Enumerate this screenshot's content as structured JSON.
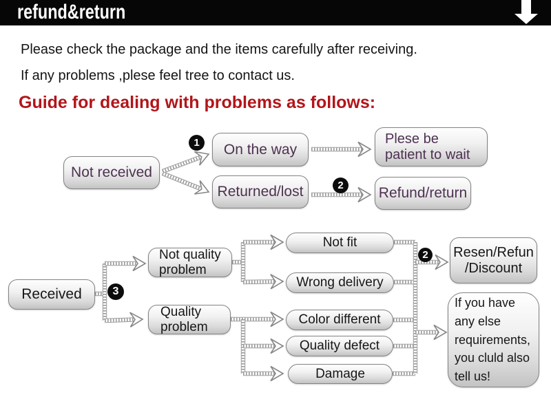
{
  "banner": {
    "title": "refund&return"
  },
  "intro": {
    "line1": "Please check the package and the items carefully after receiving.",
    "line2": "If any problems ,plese feel tree to contact us."
  },
  "heading": {
    "text": "Guide for dealing with problems as follows:"
  },
  "flow1": {
    "not_received": "Not received",
    "badge1": "1",
    "on_the_way": "On the way",
    "returned_lost": "Returned/lost",
    "patient": [
      "Plese be",
      "patient to wait"
    ],
    "badge2": "2",
    "refund_return": "Refund/return"
  },
  "flow2": {
    "received": "Received",
    "badge3": "3",
    "not_quality": [
      "Not quality",
      "problem"
    ],
    "quality": [
      "Quality",
      "problem"
    ],
    "not_fit": "Not fit",
    "wrong_delivery": "Wrong delivery",
    "color_different": "Color different",
    "quality_defect": "Quality defect",
    "damage": "Damage",
    "badge2": "2",
    "resen": [
      "Resen/Refun",
      "/Discount"
    ],
    "more": [
      "If you have",
      "any else",
      "requirements,",
      "you cluld also",
      "tell us!"
    ]
  },
  "colors": {
    "banner_bg": "#060606",
    "heading_red": "#b2151a",
    "flow1_text": "#4d3151",
    "flow2_text": "#161616",
    "box_border": "#838383",
    "badge_bg": "#0c0c0c",
    "connector_gray": "#9a9a9a"
  }
}
